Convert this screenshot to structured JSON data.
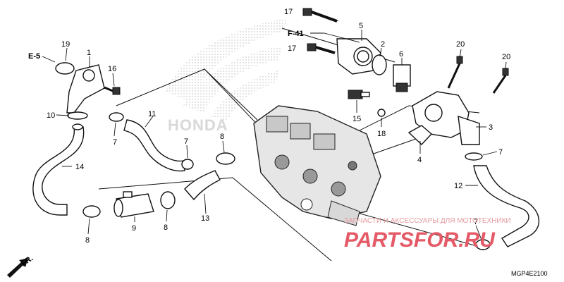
{
  "diagram": {
    "callouts": [
      "1",
      "2",
      "3",
      "4",
      "5",
      "6",
      "7",
      "7",
      "7",
      "7",
      "8",
      "8",
      "8",
      "9",
      "10",
      "11",
      "12",
      "13",
      "14",
      "15",
      "16",
      "17",
      "17",
      "18",
      "19",
      "20",
      "20"
    ],
    "references": [
      "E-5",
      "F-41",
      "FR."
    ],
    "drawing_code": "MGP4E2100",
    "watermark_brand": "HONDA",
    "watermark_shop_caption": "ЗАПЧАСТИ И АКСЕССУАРЫ ДЛЯ МОТОТЕХНИКИ",
    "watermark_shop_logo": "PARTSFOR.RU"
  }
}
